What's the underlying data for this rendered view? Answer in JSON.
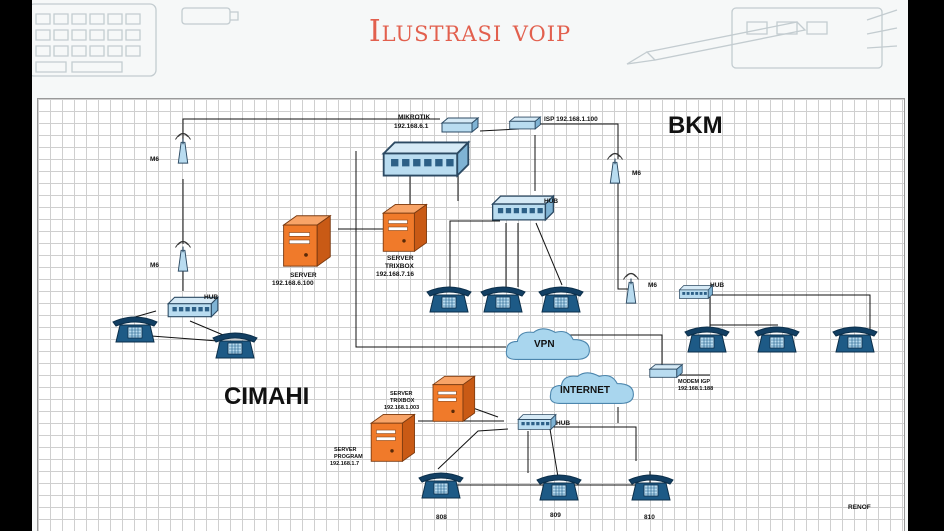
{
  "title": "Ilustrasi voip",
  "regions": {
    "bkm": "BKM",
    "cimahi": "CIMAHI"
  },
  "labels": {
    "mikrotik": "MIKROTIK",
    "mikrotik_ip": "192.168.6.1",
    "isp": "ISP 192.168.1.100",
    "server1_name": "SERVER",
    "server1_ip": "192.168.6.100",
    "trixbox_name": "SERVER",
    "trixbox_sub": "TRIXBOX",
    "trixbox_ip": "192.168.7.16",
    "hub": "HUB",
    "m6": "M6",
    "vpn": "VPN",
    "internet": "INTERNET",
    "modem": "MODEM IGP",
    "modem_ip": "192.168.1.188",
    "cim_trixbox_name": "SERVER",
    "cim_trixbox_sub": "TRIXBOX",
    "cim_trixbox_ip": "192.168.1.003",
    "cim_program_name": "SERVER",
    "cim_program_sub": "PROGRAM",
    "cim_program_ip": "192.168.1.7",
    "phone_808": "808",
    "phone_809": "809",
    "phone_810": "810",
    "renof": "RENOF"
  },
  "colors": {
    "title": "#e2604e",
    "server": "#f07a2a",
    "device": "#b9dcf0",
    "device_dark": "#2c5f86",
    "cloud": "#a9d6ee"
  },
  "icons": [
    "server-icon",
    "hub-icon",
    "phone-icon",
    "antenna-icon",
    "cloud-icon",
    "router-icon",
    "modem-icon"
  ]
}
